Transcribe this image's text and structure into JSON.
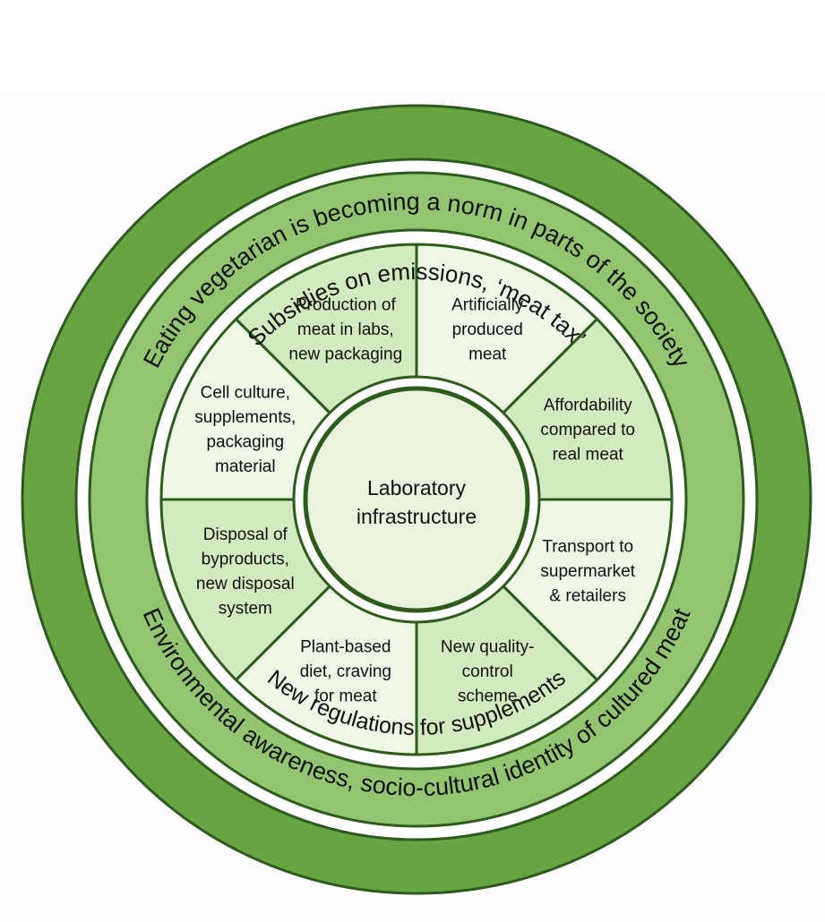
{
  "outer_ring": {
    "top": "Eating vegetarian is becoming a norm in parts of the society",
    "bottom": "Environmental awareness, socio-cultural identity of cultured meat"
  },
  "middle_ring": {
    "top": "Subsidies on emissions, ‘meat tax’",
    "bottom": "New regulations for supplements"
  },
  "center": {
    "line1": "Laboratory",
    "line2": "infrastructure"
  },
  "segments": [
    {
      "lines": [
        "Artificially",
        "produced",
        "meat"
      ],
      "shade": "light"
    },
    {
      "lines": [
        "Affordability",
        "compared to",
        "real meat"
      ],
      "shade": "medium"
    },
    {
      "lines": [
        "Transport to",
        "supermarket",
        "& retailers"
      ],
      "shade": "light"
    },
    {
      "lines": [
        "New quality-",
        "control",
        "scheme"
      ],
      "shade": "medium"
    },
    {
      "lines": [
        "Plant-based",
        "diet, craving",
        "for meat"
      ],
      "shade": "light"
    },
    {
      "lines": [
        "Disposal of",
        "byproducts,",
        "new disposal",
        "system"
      ],
      "shade": "medium"
    },
    {
      "lines": [
        "Cell culture,",
        "supplements,",
        "packaging",
        "material"
      ],
      "shade": "light"
    },
    {
      "lines": [
        "Production of",
        "meat in labs,",
        "new packaging"
      ],
      "shade": "medium"
    }
  ],
  "colors": {
    "outer_ring": "#66a444",
    "middle_ring": "#93c472",
    "segment_light": "#eef6e6",
    "segment_medium": "#d3e9bf",
    "center_fill": "#e9f3de",
    "stroke": "#2f5a1e",
    "gap": "#ffffff"
  }
}
